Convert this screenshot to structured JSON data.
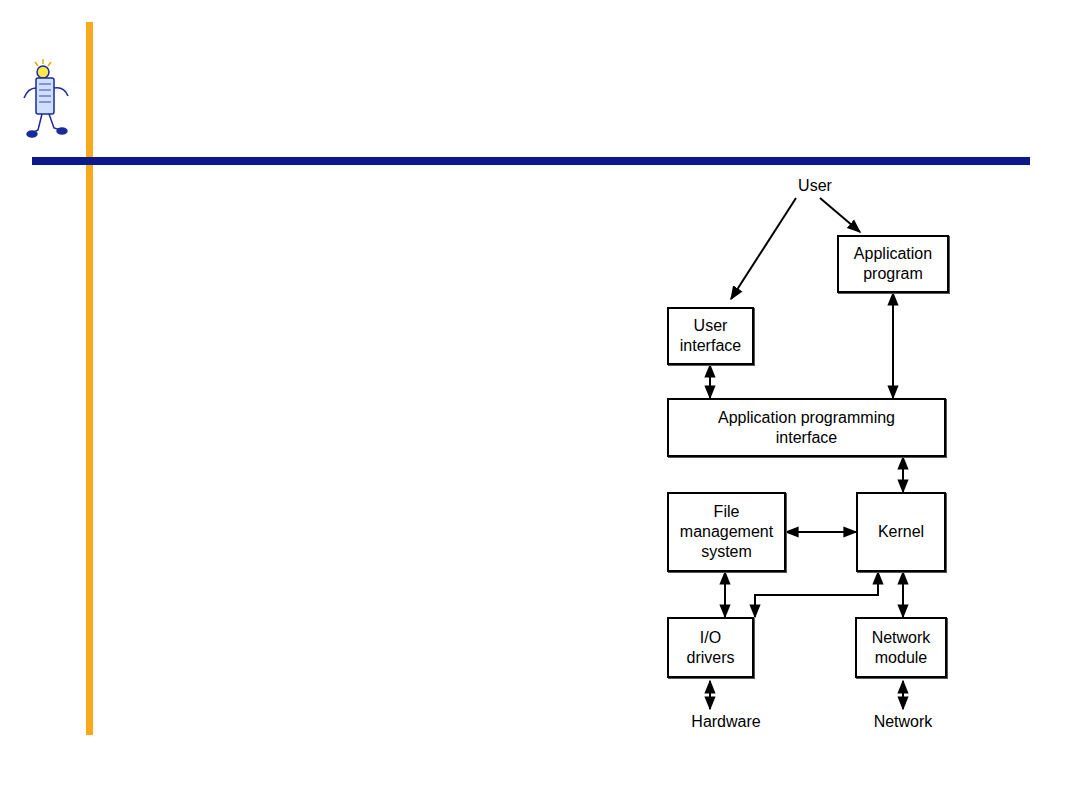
{
  "diagram": {
    "nodes": [
      {
        "text": [
          "Application program"
        ]
      },
      {
        "text": [
          "User interface"
        ]
      },
      {
        "text": [
          "Application programming interface"
        ]
      },
      {
        "text": [
          "File management system"
        ]
      },
      {
        "text": [
          "Kernel"
        ]
      },
      {
        "text": [
          "I/O drivers"
        ]
      },
      {
        "text": [
          "Network module"
        ]
      }
    ],
    "edges": [
      {
        "from": 0,
        "to": 2,
        "arrow": "both"
      },
      {
        "from": 1,
        "to": 2,
        "arrow": "both"
      },
      {
        "from": 2,
        "to": 4,
        "arrow": "both"
      },
      {
        "from": 3,
        "to": 4,
        "arrow": "both"
      },
      {
        "from": 3,
        "to": 5,
        "arrow": "both"
      },
      {
        "from": 5,
        "to": 4,
        "arrow": "both"
      },
      {
        "from": 4,
        "to": 6,
        "arrow": "both"
      }
    ],
    "labels": [
      "User",
      "Hardware",
      "Network"
    ]
  }
}
